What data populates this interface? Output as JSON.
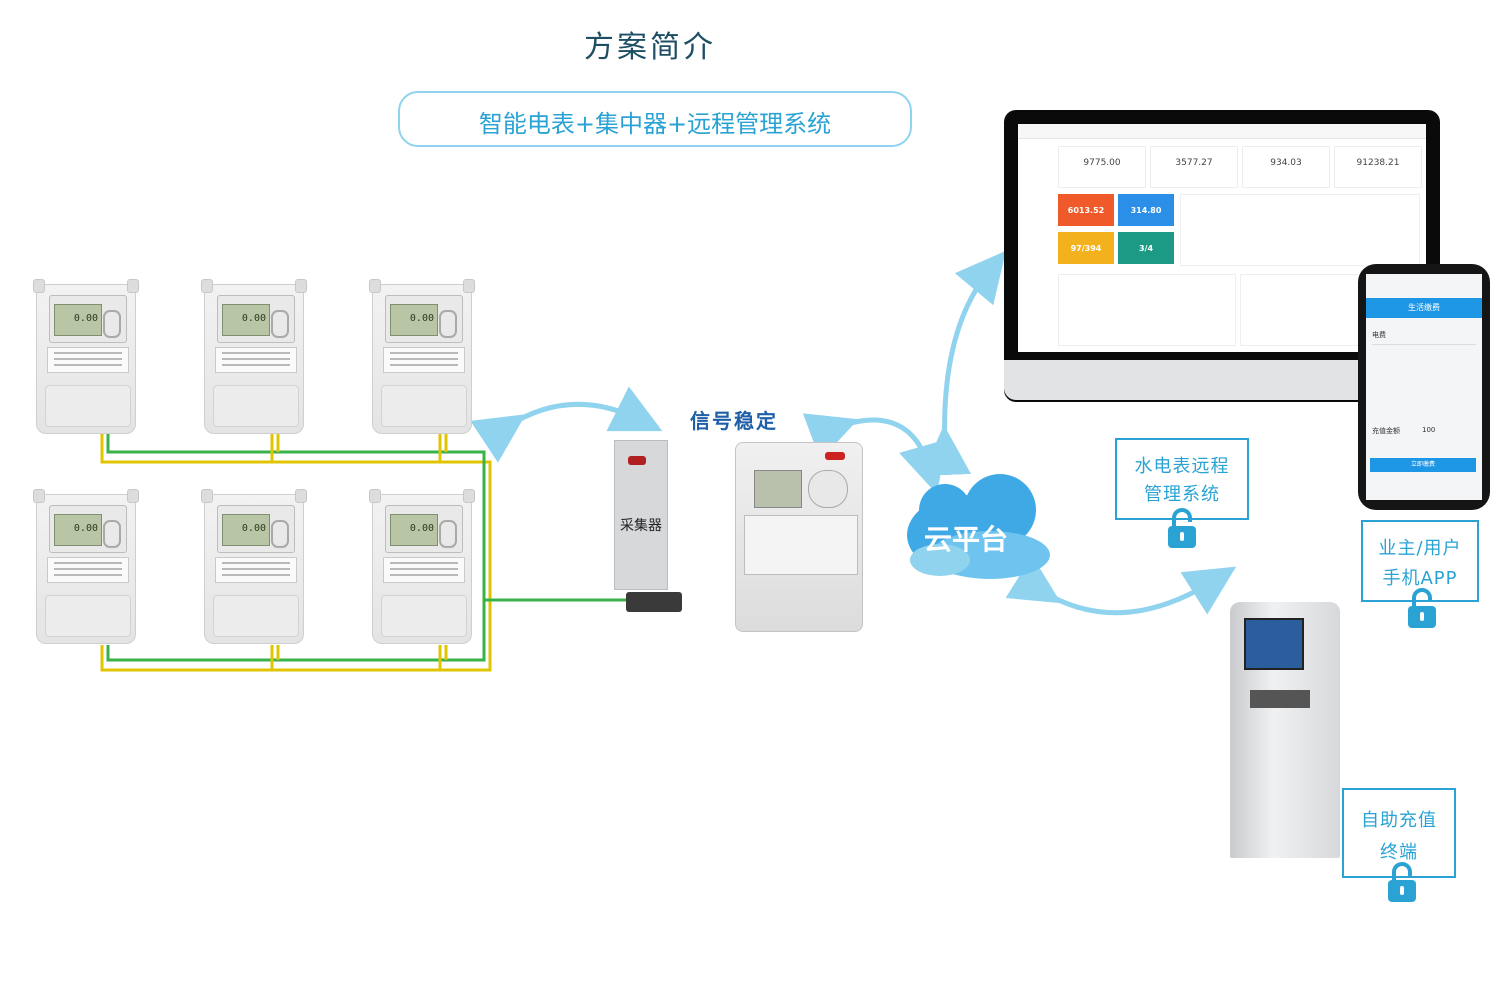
{
  "header": {
    "title": "方案简介",
    "subtitle": "智能电表+集中器+远程管理系统"
  },
  "devices": {
    "collector_label": "采集器",
    "signal_label": "信号稳定",
    "cloud_label": "云平台",
    "meter_reading": "0.00"
  },
  "monitor": {
    "stats": [
      "9775.00",
      "3577.27",
      "934.03",
      "91238.21"
    ],
    "tiles": [
      {
        "value": "6013.52",
        "color": "#f05a2a"
      },
      {
        "value": "314.80",
        "color": "#2b8fe8"
      },
      {
        "value": "97/394",
        "color": "#f3b21d"
      },
      {
        "value": "3/4",
        "color": "#1d9a86"
      }
    ]
  },
  "phone": {
    "header": "生活缴费",
    "item": "电费",
    "amount_label": "充值金额",
    "amount": "100",
    "pay_button": "立即缴费"
  },
  "boxes": {
    "remote_system": [
      "水电表远程",
      "管理系统"
    ],
    "mobile_app": [
      "业主/用户",
      "手机APP"
    ],
    "kiosk": [
      "自助充值",
      "终端"
    ]
  },
  "colors": {
    "accent": "#2aa3d4",
    "title": "#1d4e63",
    "arrow": "#8fd3ee",
    "wire_yellow": "#e0c400",
    "wire_green": "#3ab24a"
  }
}
